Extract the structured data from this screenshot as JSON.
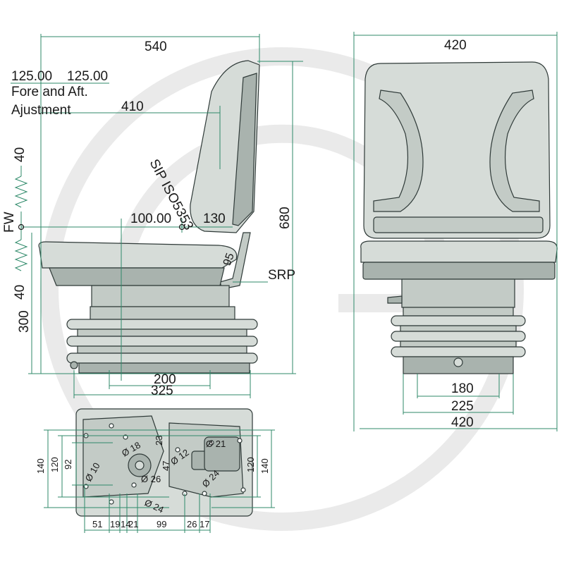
{
  "dimensions": {
    "side_depth": "540",
    "fore_aft_left": "125.00",
    "fore_aft_right": "125.00",
    "fore_aft_label_line1": "Fore and Aft.",
    "fore_aft_label_line2": "Ajustment",
    "backrest_depth": "410",
    "sip_label": "SIP ISO5353",
    "sip_offset": "100.00",
    "sip_height": "130",
    "angle": "95",
    "overall_height": "680",
    "srp_label": "SRP",
    "fw_label": "FW",
    "vertical_travel_up": "40",
    "vertical_travel_down": "40",
    "base_height": "300",
    "base_inner": "200",
    "base_outer": "325",
    "front_width_top": "420",
    "front_base_inner": "180",
    "front_base_mid": "225",
    "front_base_outer": "420"
  },
  "mounting_plate": {
    "left_dims": [
      "140",
      "120",
      "92"
    ],
    "right_dims": [
      "120",
      "140"
    ],
    "bottom_dims": [
      "51",
      "19",
      "14",
      "21",
      "99",
      "26",
      "17"
    ],
    "hole_labels": [
      "Ø 10",
      "Ø 18",
      "23",
      "Ø 21",
      "47",
      "Ø 12",
      "Ø 26",
      "Ø 24",
      "Ø 24"
    ]
  },
  "colors": {
    "dimension_line": "#2f8a6a",
    "seat_body": "#d6dcd8",
    "seat_dark": "#a9b3ae",
    "outline": "#2f3a38"
  }
}
